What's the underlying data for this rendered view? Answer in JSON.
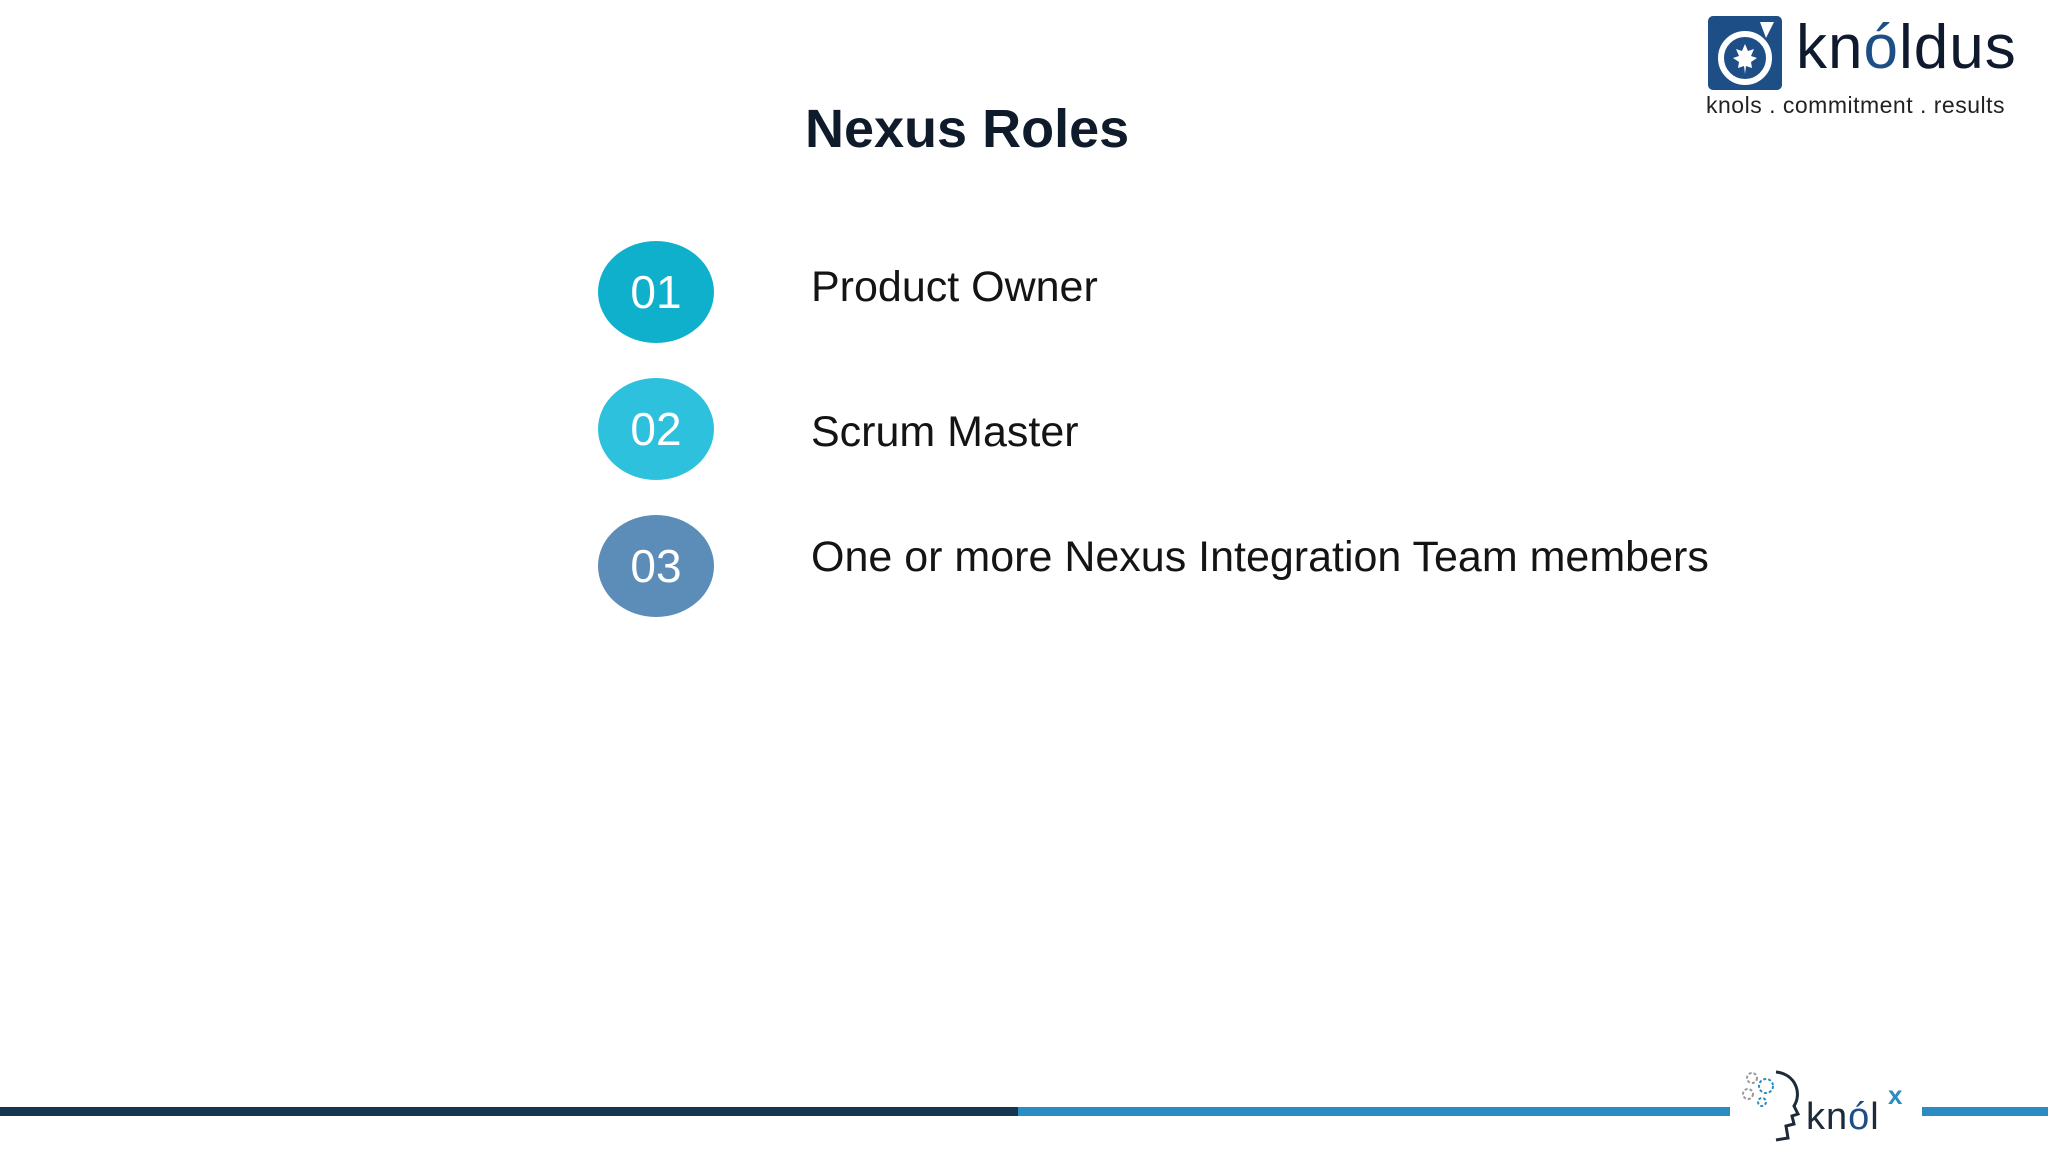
{
  "slide": {
    "title": "Nexus Roles",
    "roles": [
      {
        "number": "01",
        "label": "Product Owner",
        "color": "#0fb0cc"
      },
      {
        "number": "02",
        "label": "Scrum Master",
        "color": "#2ec1dd"
      },
      {
        "number": "03",
        "label": "One or more Nexus Integration Team members",
        "color": "#5b8db8"
      }
    ]
  },
  "brand": {
    "name_prefix": "kn",
    "name_accent": "ó",
    "name_suffix": "ldus",
    "tagline": "knols . commitment . results",
    "badge_icon": "maple-leaf-icon",
    "primary_color": "#1e4e86"
  },
  "footer": {
    "knolx_prefix": "kn",
    "knolx_accent": "ó",
    "knolx_suffix": "l",
    "knolx_superscript": "x",
    "knolx_icon": "head-gears-icon",
    "bar_dark_color": "#163650",
    "bar_light_color": "#2a8cc2"
  }
}
